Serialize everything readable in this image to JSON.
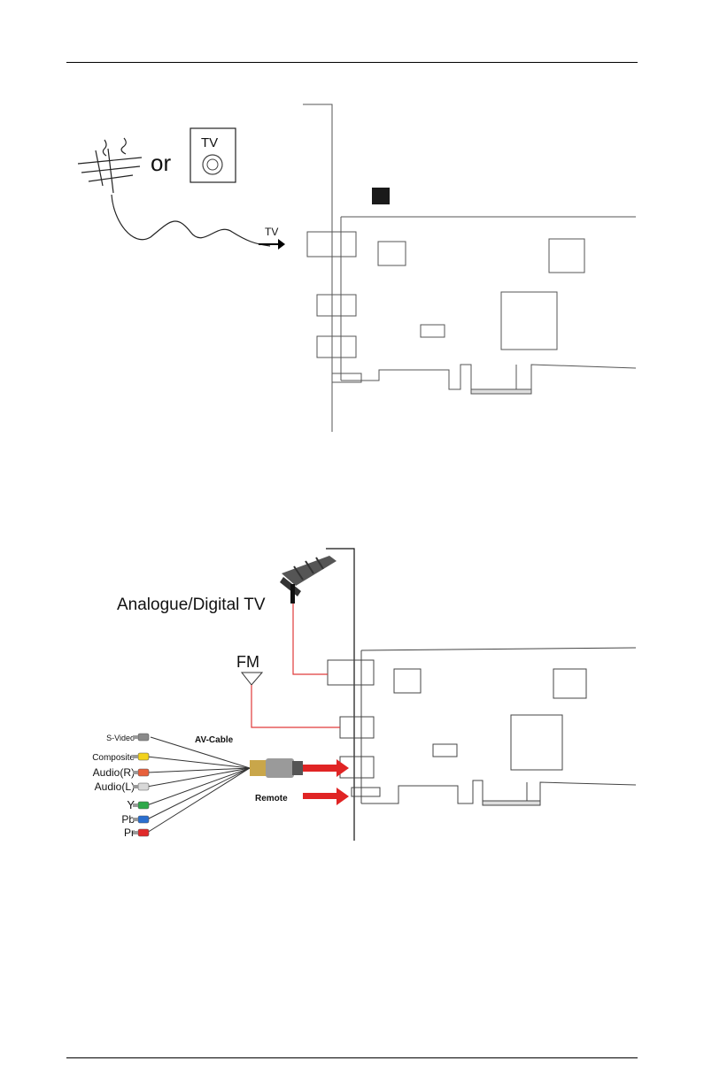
{
  "diagram1": {
    "or_text": "or",
    "tv_box_label": "TV",
    "tv_input_label": "TV"
  },
  "diagram2": {
    "antenna_label": "Analogue/Digital TV",
    "fm_label": "FM",
    "av_cable_label": "AV-Cable",
    "remote_label": "Remote",
    "connectors": [
      {
        "label": "S-Video",
        "color": "#8a8a8a"
      },
      {
        "label": "Composite",
        "color": "#f2d21c"
      },
      {
        "label": "Audio(R)",
        "color": "#e8603c"
      },
      {
        "label": "Audio(L)",
        "color": "#d8d8d8"
      },
      {
        "label": "Y",
        "color": "#2ea84a"
      },
      {
        "label": "Pb",
        "color": "#2a6fd0"
      },
      {
        "label": "Pr",
        "color": "#e02a2a"
      }
    ]
  },
  "colors": {
    "arrow_red": "#e02424",
    "cable_red": "#e03a3a"
  }
}
